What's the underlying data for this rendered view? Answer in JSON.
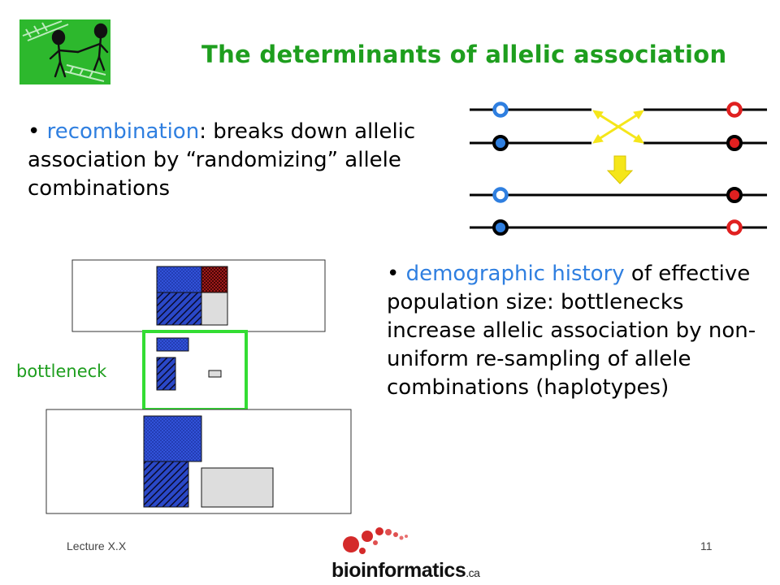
{
  "slide": {
    "title": "The determinants of allelic association",
    "recombination": {
      "keyword": "recombination",
      "text": ": breaks down allelic association by “randomizing” allele combinations"
    },
    "demographic": {
      "keyword": "demographic history",
      "text": " of effective population size: bottlenecks increase allelic association by non-uniform re-sampling of allele combinations (haplotypes)"
    },
    "bullet": "•",
    "bottleneck_label": "bottleneck"
  },
  "footer": {
    "lecture": "Lecture X.X",
    "page": "11",
    "brand_main": "bioinformatics",
    "brand_suffix": ".ca"
  },
  "colors": {
    "title": "#1e9e1e",
    "keyword": "#2f7fe0",
    "allele_blue": "#2f7fe0",
    "allele_red": "#e02020",
    "arrow_yellow": "#f5e61a",
    "bottleneck_frame": "#33dd33",
    "hap_blue": "#3355dd",
    "hap_red": "#b52020",
    "hap_grey": "#dddddd",
    "logo_bg": "#2db82d"
  },
  "icons": {
    "logo": "two-people-holding-hands-icon",
    "recombination_arrow": "crossover-arrow-icon",
    "down_arrow": "down-arrow-icon",
    "brand_dots": "red-dots-icon"
  }
}
